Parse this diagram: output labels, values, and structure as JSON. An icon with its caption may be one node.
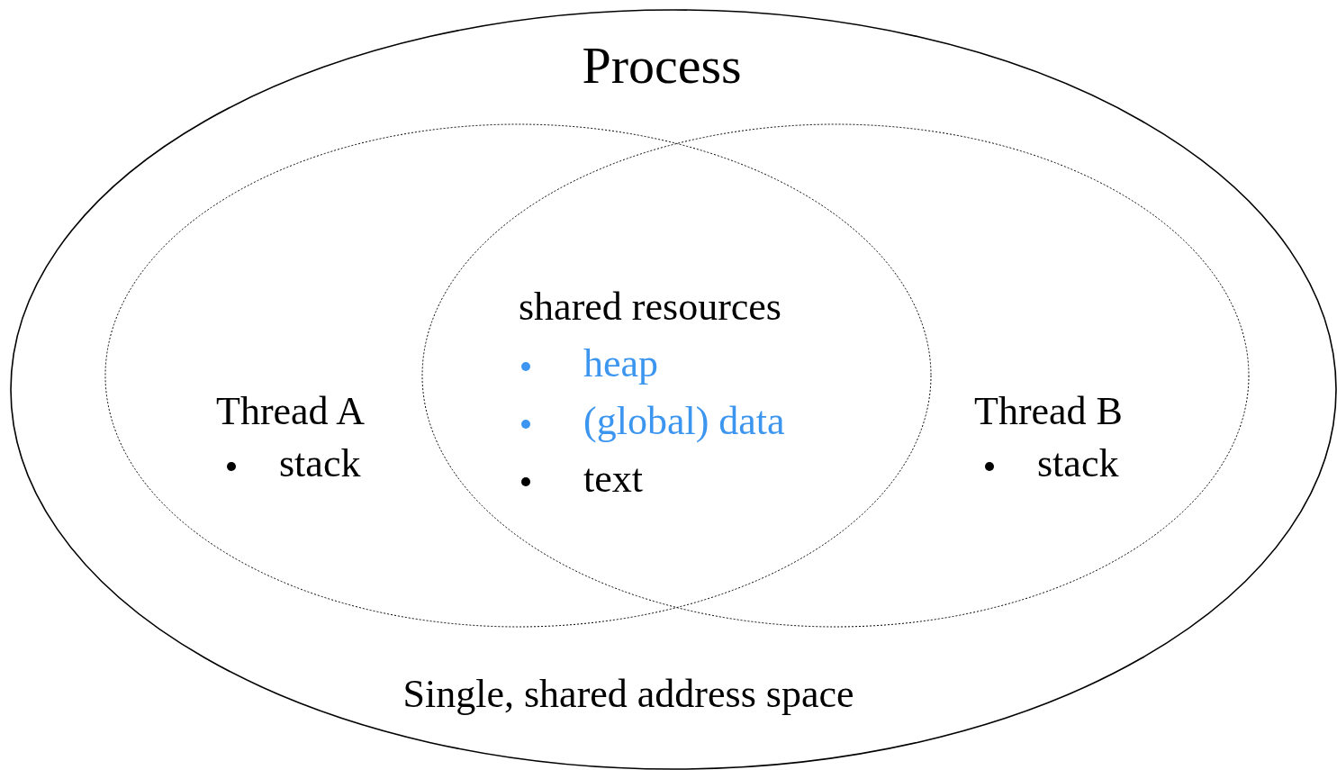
{
  "diagram": {
    "nodes": [
      {
        "text": [
          "Process",
          "Single, shared address space"
        ]
      },
      {
        "text": [
          "Thread A",
          "stack"
        ],
        "in": 0
      },
      {
        "text": [
          "Thread B",
          "stack"
        ],
        "in": 0
      }
    ],
    "labels": [
      "shared resources",
      "heap",
      "(global) data",
      "text"
    ]
  }
}
